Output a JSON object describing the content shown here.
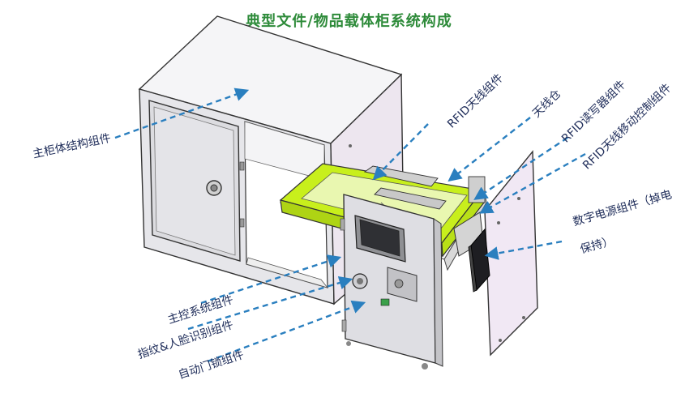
{
  "title": "典型文件/物品载体柜系统构成",
  "colors": {
    "title": "#2e8b3a",
    "label_text": "#1f2d5a",
    "leader": "#2a7fbf",
    "panel_lavender": "#f1e8f4",
    "tray_green": "#c8ef1c"
  },
  "labels": {
    "main_cabinet": "主柜体结构组件",
    "rfid_antenna": "RFID天线组件",
    "antenna_bay": "天线仓",
    "rfid_reader": "RFID读写器组件",
    "rfid_move_ctrl": "RFID天线移动控制组件",
    "power_line1": "数字电源组件（掉电",
    "power_line2": "保持）",
    "main_control": "主控系统组件",
    "finger_face": "指纹&人脸识别组件",
    "auto_lock": "自动门锁组件"
  }
}
